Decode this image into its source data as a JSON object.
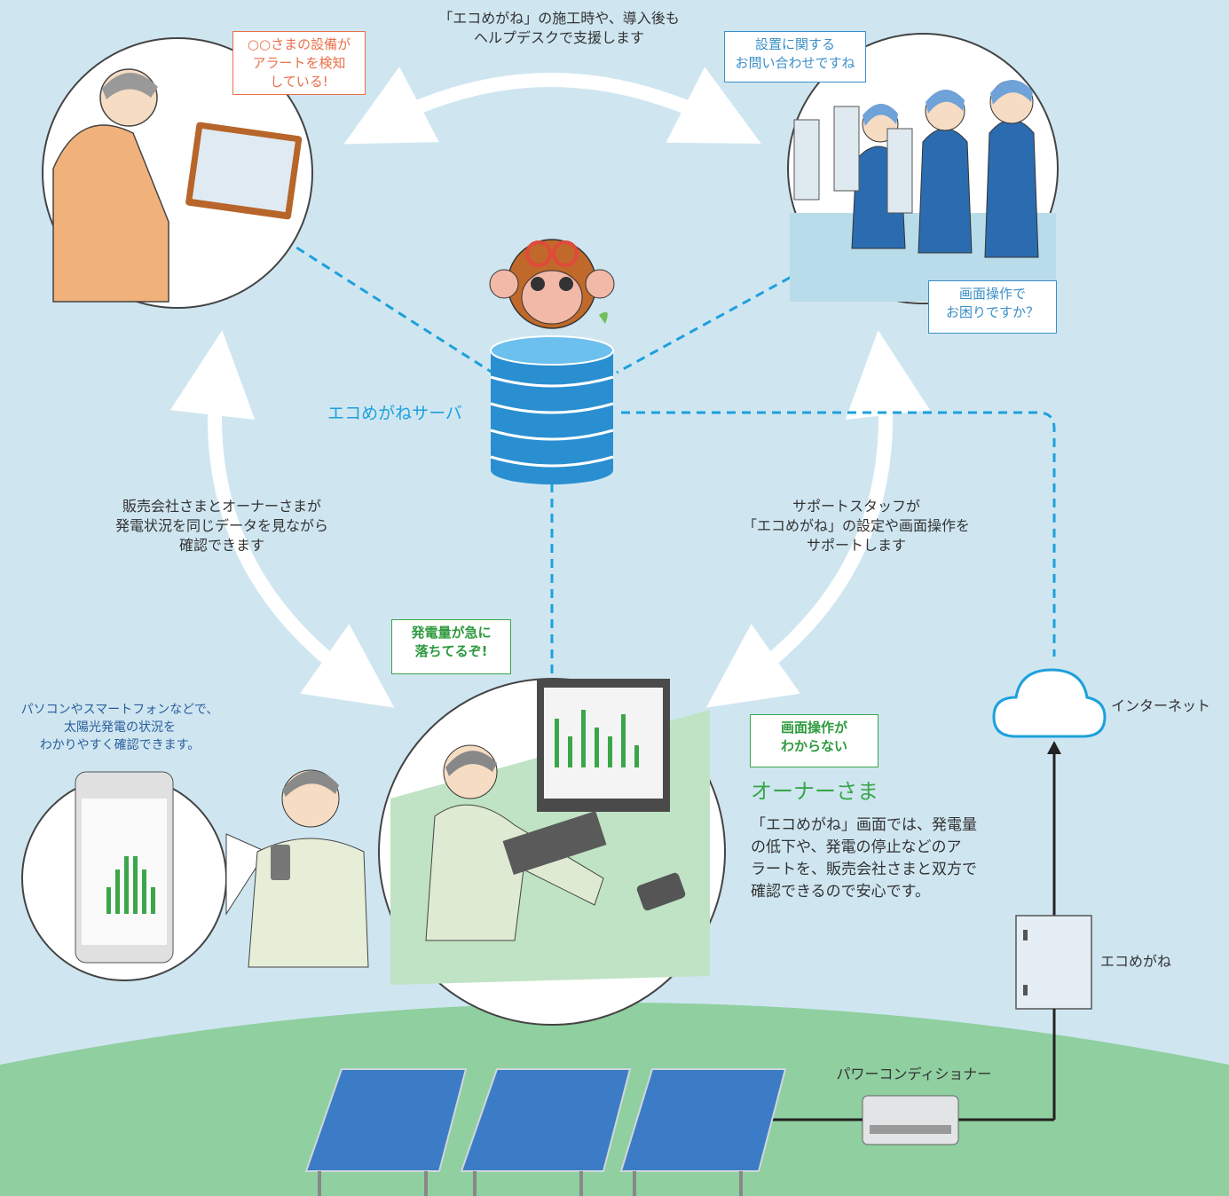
{
  "labels": {
    "top_caption": "「エコめがね」の施工時や、導入後も\nヘルプデスクで支援します",
    "server_label": "エコめがねサーバ",
    "left_caption": "販売会社さまとオーナーさまが\n発電状況を同じデータを見ながら\n確認できます",
    "right_caption": "サポートスタッフが\n「エコめがね」の設定や画面操作を\nサポートします",
    "mobile_caption": "パソコンやスマートフォンなどで、\n太陽光発電の状況を\nわかりやすく確認できます。",
    "internet_label": "インターネット",
    "device_label": "エコめがね",
    "inverter_label": "パワーコンディショナー",
    "owner_title": "オーナーさま",
    "owner_desc": "「エコめがね」画面では、発電量\nの低下や、発電の停止などのア\nラートを、販売会社さまと双方で\n確認できるので安心です。"
  },
  "bubbles": {
    "dealer_alert": "○○さまの設備が\nアラートを検知\nしている!",
    "support_install": "設置に関する\nお問い合わせですね",
    "support_screen": "画面操作で\nお困りですか？",
    "owner_drop": "発電量が急に\n落ちてるぞ!",
    "owner_confused": "画面操作が\nわからない"
  },
  "colors": {
    "sky": "#cfe6f1",
    "ground": "#8fcfa0",
    "arrow": "#ffffff",
    "dashed_link": "#1ea0dc",
    "server": "#2a8fd0",
    "accent_green": "#3aa64a",
    "accent_orange": "#e8704a",
    "accent_blue": "#3a8fc8"
  }
}
